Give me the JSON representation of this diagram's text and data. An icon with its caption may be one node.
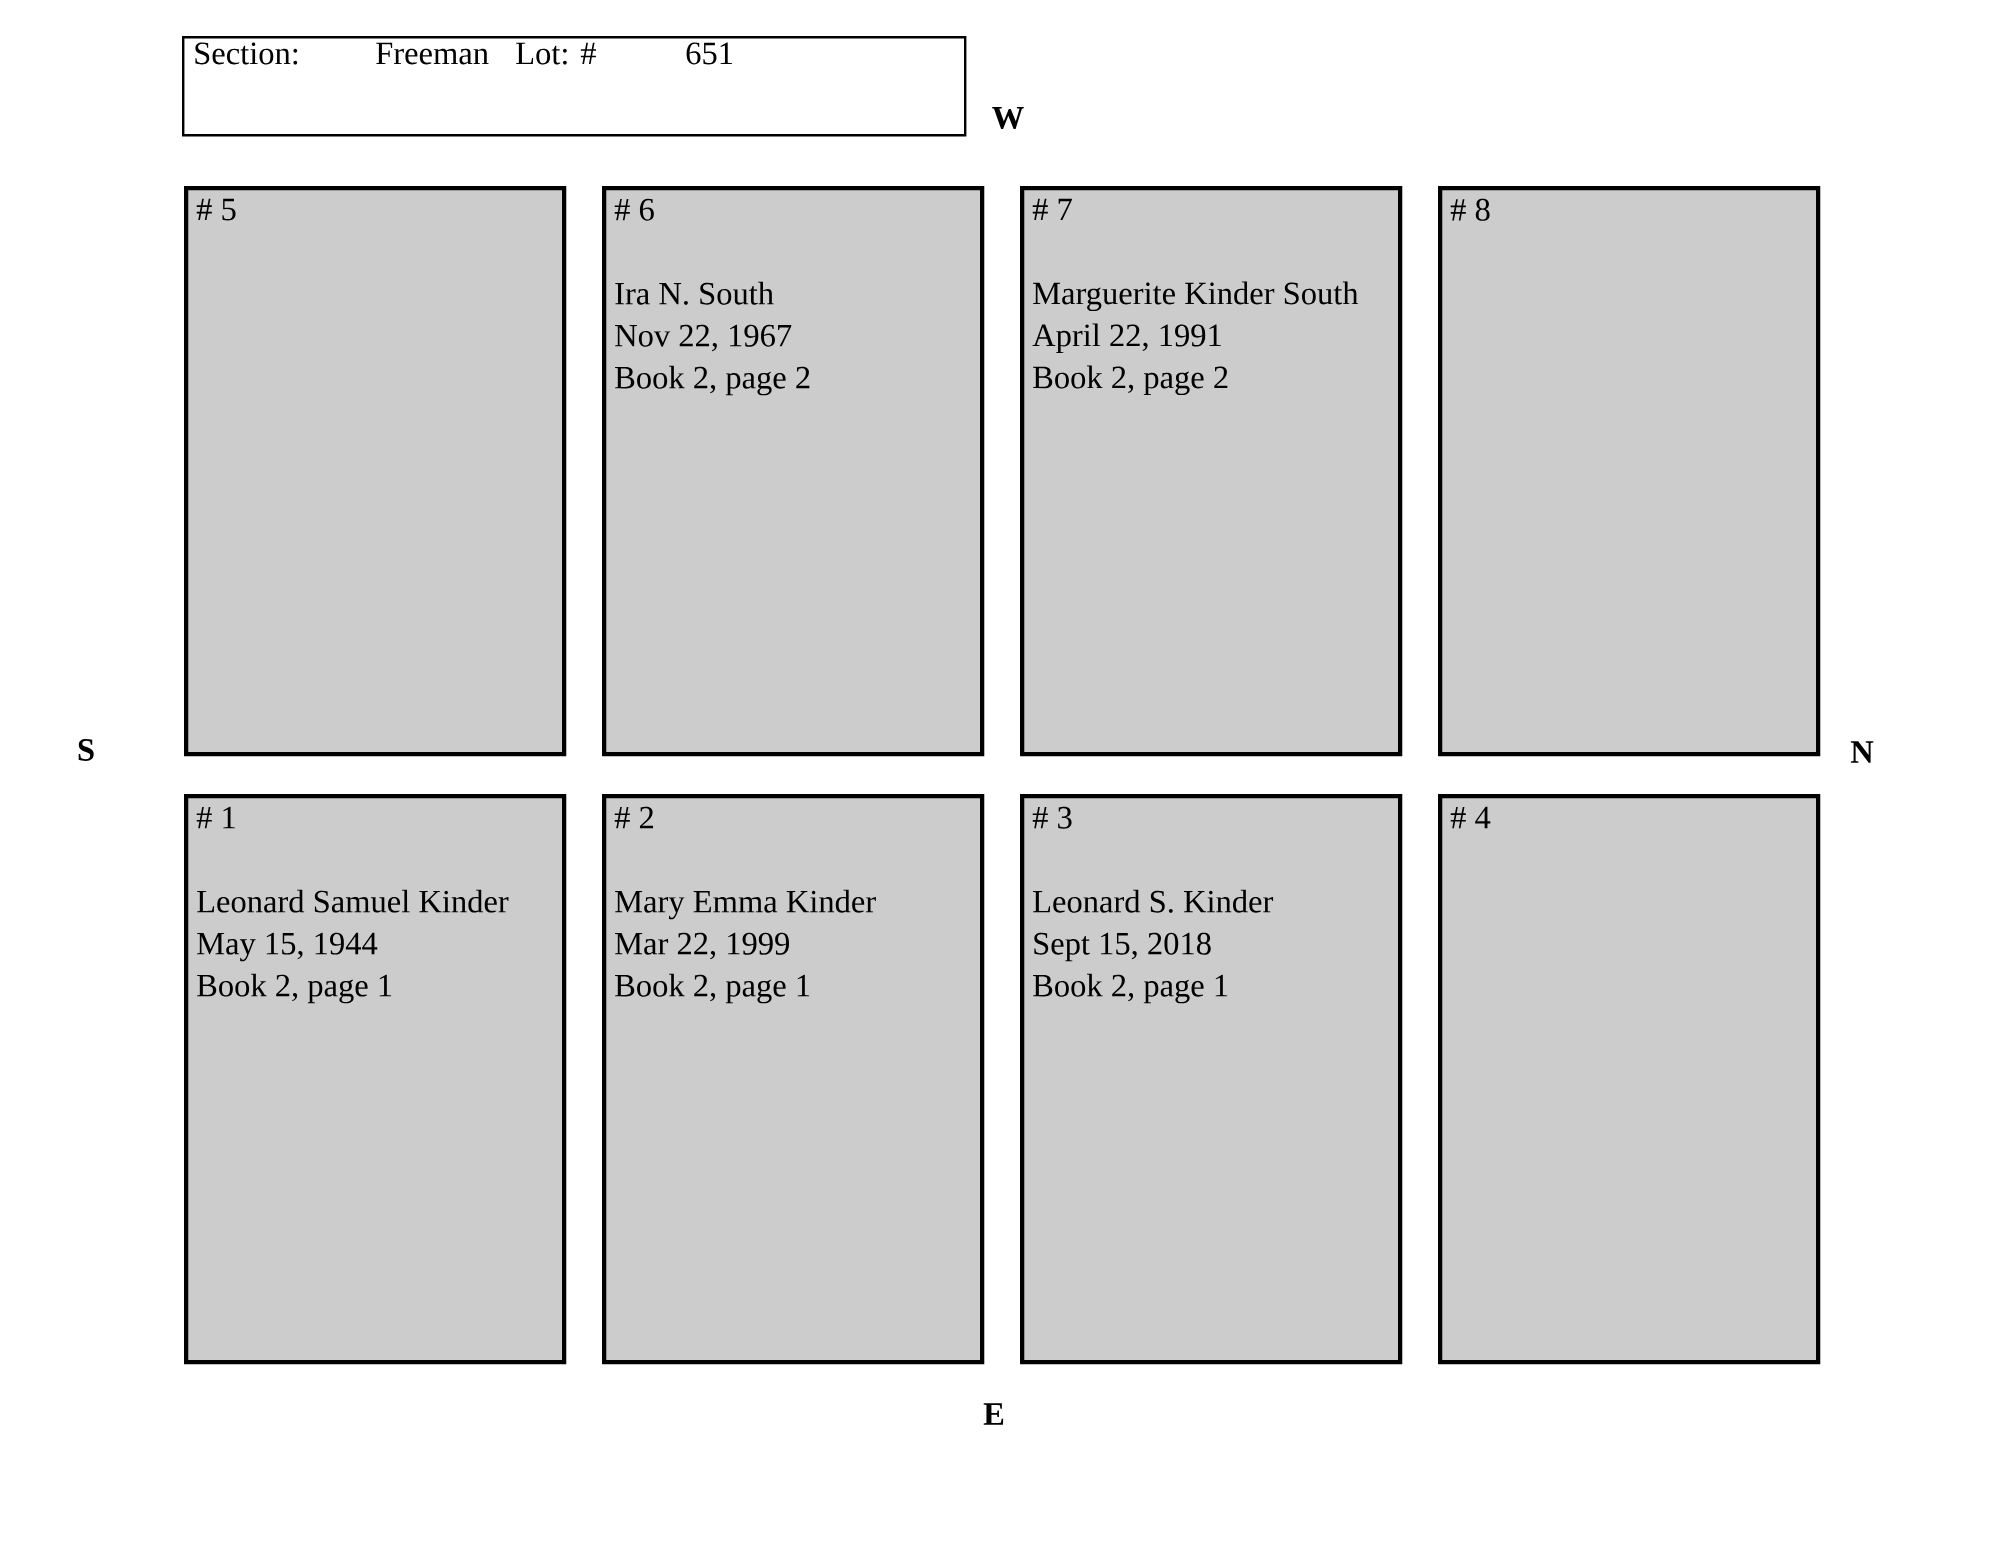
{
  "diagram": {
    "nodes": [
      {
        "text": [
          "Section:",
          "Freeman",
          "Lot: #",
          "651"
        ]
      },
      {
        "text": [
          "# 5"
        ]
      },
      {
        "text": [
          "# 6",
          "Ira N. South",
          "Nov 22, 1967",
          "Book 2, page 2"
        ]
      },
      {
        "text": [
          "# 7",
          "Marguerite Kinder South",
          "April 22, 1991",
          "Book 2, page 2"
        ]
      },
      {
        "text": [
          "# 8"
        ]
      },
      {
        "text": [
          "# 1",
          "Leonard Samuel Kinder",
          "May 15, 1944",
          "Book 2, page 1"
        ]
      },
      {
        "text": [
          "# 2",
          "Mary Emma Kinder",
          "Mar 22, 1999",
          "Book 2, page 1"
        ]
      },
      {
        "text": [
          "# 3",
          "Leonard S. Kinder",
          "Sept 15, 2018",
          "Book 2, page 1"
        ]
      },
      {
        "text": [
          "# 4"
        ]
      }
    ],
    "labels": [
      "W",
      "S",
      "N",
      "E"
    ]
  }
}
